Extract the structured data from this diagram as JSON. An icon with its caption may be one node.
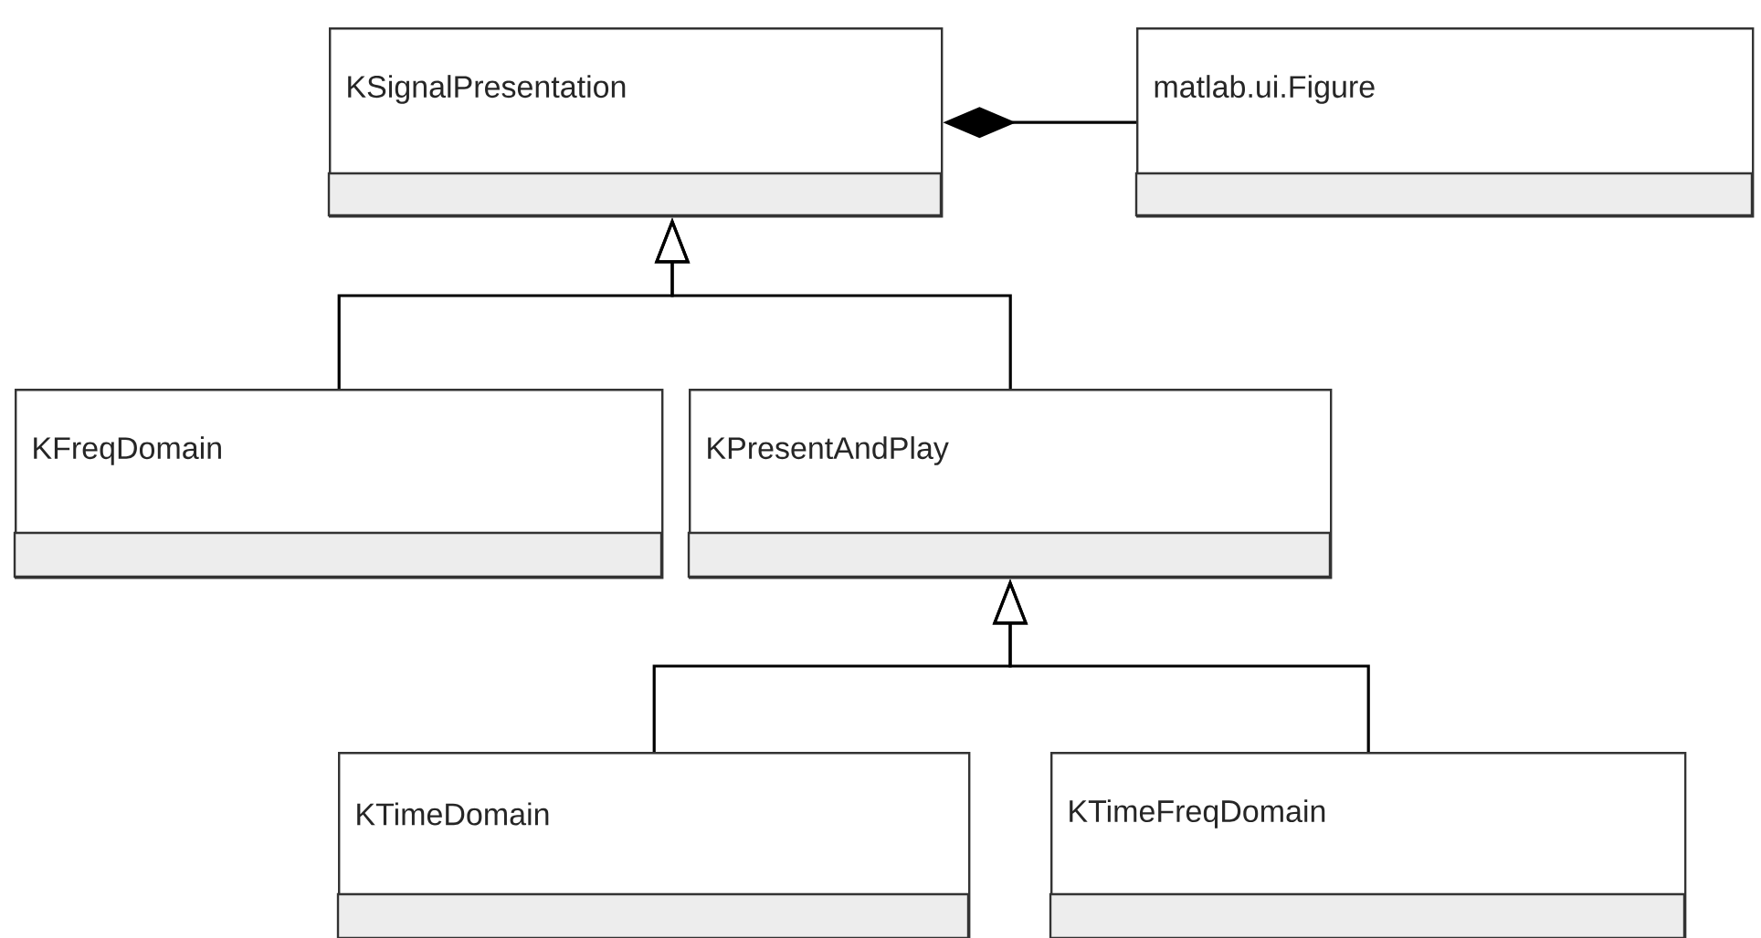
{
  "diagram": {
    "nodes": [
      {
        "text": [
          "KSignalPresentation"
        ]
      },
      {
        "text": [
          "matlab.ui.Figure"
        ]
      },
      {
        "text": [
          "KFreqDomain"
        ]
      },
      {
        "text": [
          "KPresentAndPlay"
        ]
      },
      {
        "text": [
          "KTimeDomain"
        ]
      },
      {
        "text": [
          "KTimeFreqDomain"
        ]
      }
    ],
    "edges": [
      {
        "from": 1,
        "to": 0,
        "arrow": "other"
      },
      {
        "from": 2,
        "to": 0,
        "arrow": "to"
      },
      {
        "from": 3,
        "to": 0,
        "arrow": "to"
      },
      {
        "from": 4,
        "to": 3,
        "arrow": "to"
      },
      {
        "from": 5,
        "to": 3,
        "arrow": "to"
      }
    ]
  }
}
